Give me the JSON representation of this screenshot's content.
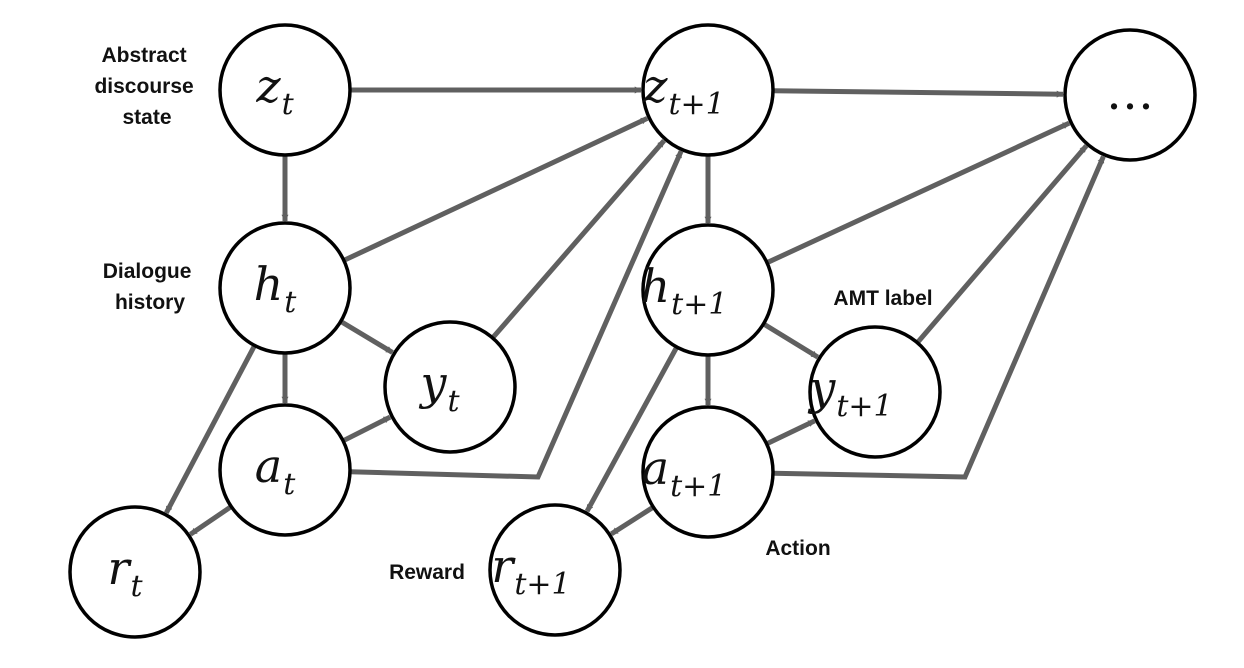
{
  "colors": {
    "edge": "#606060",
    "node_stroke": "#000000",
    "node_fill": "#ffffff",
    "text": "#111111"
  },
  "nodes": [
    {
      "id": "z_t",
      "base": "z",
      "sub": "t"
    },
    {
      "id": "h_t",
      "base": "h",
      "sub": "t"
    },
    {
      "id": "a_t",
      "base": "a",
      "sub": "t"
    },
    {
      "id": "y_t",
      "base": "y",
      "sub": "t"
    },
    {
      "id": "r_t",
      "base": "r",
      "sub": "t"
    },
    {
      "id": "z_t1",
      "base": "z",
      "sub": "t+1"
    },
    {
      "id": "h_t1",
      "base": "h",
      "sub": "t+1"
    },
    {
      "id": "a_t1",
      "base": "a",
      "sub": "t+1"
    },
    {
      "id": "y_t1",
      "base": "y",
      "sub": "t+1"
    },
    {
      "id": "r_t1",
      "base": "r",
      "sub": "t+1"
    },
    {
      "id": "dots",
      "base": "…",
      "sub": ""
    }
  ],
  "edges": [
    {
      "from": "z_t",
      "to": "z_t1"
    },
    {
      "from": "z_t",
      "to": "h_t"
    },
    {
      "from": "h_t",
      "to": "a_t"
    },
    {
      "from": "h_t",
      "to": "y_t"
    },
    {
      "from": "h_t",
      "to": "r_t"
    },
    {
      "from": "h_t",
      "to": "z_t1"
    },
    {
      "from": "a_t",
      "to": "y_t"
    },
    {
      "from": "a_t",
      "to": "r_t"
    },
    {
      "from": "a_t",
      "to": "z_t1"
    },
    {
      "from": "y_t",
      "to": "z_t1"
    },
    {
      "from": "z_t1",
      "to": "dots"
    },
    {
      "from": "z_t1",
      "to": "h_t1"
    },
    {
      "from": "h_t1",
      "to": "a_t1"
    },
    {
      "from": "h_t1",
      "to": "y_t1"
    },
    {
      "from": "h_t1",
      "to": "r_t1"
    },
    {
      "from": "h_t1",
      "to": "dots"
    },
    {
      "from": "a_t1",
      "to": "y_t1"
    },
    {
      "from": "a_t1",
      "to": "r_t1"
    },
    {
      "from": "a_t1",
      "to": "dots"
    },
    {
      "from": "y_t1",
      "to": "dots"
    }
  ],
  "labels": {
    "abstract_state": [
      "Abstract",
      "discourse",
      "state"
    ],
    "dialogue_history": [
      "Dialogue",
      "history"
    ],
    "amt_label": "AMT label",
    "reward": "Reward",
    "action": "Action"
  }
}
